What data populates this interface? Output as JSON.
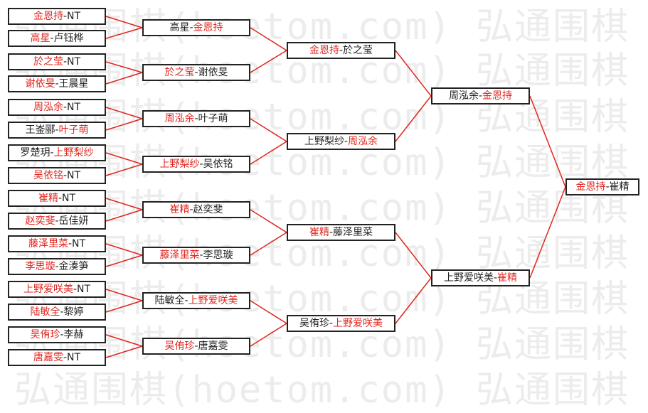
{
  "colors": {
    "winner": "#e0261f",
    "text": "#222222",
    "line": "#e0261f",
    "border": "#222222",
    "watermark": "#ececec"
  },
  "watermark_text": "弘通围棋(hoetom.com) 弘通围棋",
  "rounds": [
    [
      {
        "p1": "金恩持",
        "p2": "NT",
        "winner": 1
      },
      {
        "p1": "高星",
        "p2": "卢钰桦",
        "winner": 1
      },
      {
        "p1": "於之莹",
        "p2": "NT",
        "winner": 1
      },
      {
        "p1": "谢依旻",
        "p2": "王晨星",
        "winner": 1
      },
      {
        "p1": "周泓余",
        "p2": "NT",
        "winner": 1
      },
      {
        "p1": "王崟郦",
        "p2": "叶子萌",
        "winner": 2
      },
      {
        "p1": "罗楚玥",
        "p2": "上野梨纱",
        "winner": 2
      },
      {
        "p1": "吴依铭",
        "p2": "NT",
        "winner": 1
      },
      {
        "p1": "崔精",
        "p2": "NT",
        "winner": 1
      },
      {
        "p1": "赵奕斐",
        "p2": "岳佳妍",
        "winner": 1
      },
      {
        "p1": "藤泽里菜",
        "p2": "NT",
        "winner": 1
      },
      {
        "p1": "李思璇",
        "p2": "金湊笋",
        "winner": 1
      },
      {
        "p1": "上野爱咲美",
        "p2": "NT",
        "winner": 1
      },
      {
        "p1": "陆敏全",
        "p2": "黎婷",
        "winner": 1
      },
      {
        "p1": "吴侑珍",
        "p2": "李赫",
        "winner": 1
      },
      {
        "p1": "唐嘉雯",
        "p2": "NT",
        "winner": 1
      }
    ],
    [
      {
        "p1": "高星",
        "p2": "金恩持",
        "winner": 2
      },
      {
        "p1": "於之莹",
        "p2": "谢依旻",
        "winner": 1
      },
      {
        "p1": "周泓余",
        "p2": "叶子萌",
        "winner": 1
      },
      {
        "p1": "上野梨纱",
        "p2": "吴依铭",
        "winner": 1
      },
      {
        "p1": "崔精",
        "p2": "赵奕斐",
        "winner": 1
      },
      {
        "p1": "藤泽里菜",
        "p2": "李思璇",
        "winner": 1
      },
      {
        "p1": "陆敏全",
        "p2": "上野爱咲美",
        "winner": 2
      },
      {
        "p1": "吴侑珍",
        "p2": "唐嘉雯",
        "winner": 1
      }
    ],
    [
      {
        "p1": "金恩持",
        "p2": "於之莹",
        "winner": 1
      },
      {
        "p1": "上野梨纱",
        "p2": "周泓余",
        "winner": 2
      },
      {
        "p1": "崔精",
        "p2": "藤泽里菜",
        "winner": 1
      },
      {
        "p1": "吴侑珍",
        "p2": "上野爱咲美",
        "winner": 2
      }
    ],
    [
      {
        "p1": "周泓余",
        "p2": "金恩持",
        "winner": 2
      },
      {
        "p1": "上野爱咲美",
        "p2": "崔精",
        "winner": 2
      }
    ],
    [
      {
        "p1": "金恩持",
        "p2": "崔精",
        "winner": 1
      }
    ]
  ]
}
